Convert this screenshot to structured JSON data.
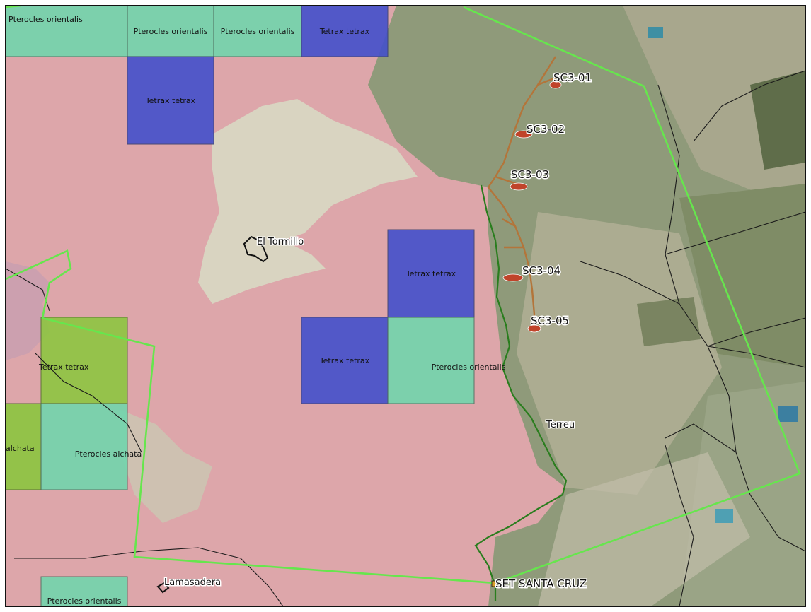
{
  "legend_colors": {
    "pterocles_orientalis": "#6fd6ad",
    "tetrax_tetrax": "#4450cc",
    "pterocles_alchata": "#6fd6ad",
    "alchata_green": "#8cc63f",
    "zepa_pink": "#f2a7b2",
    "study_area": "#66e64d",
    "evacuation_line": "#2a7d1e",
    "access_road": "#a8703c",
    "platform": "#c0442a"
  },
  "grid_cells": {
    "c1": "Pterocles orientalis",
    "c2": "Pterocles orientalis",
    "c3": "Pterocles orientalis",
    "c4": "Tetrax tetrax",
    "c5": "Tetrax tetrax",
    "c6": "Tetrax tetrax",
    "c7": "Tetrax tetrax",
    "c8": "Pterocles orientalis",
    "c9": "Tetrax tetrax",
    "c10": "alchata",
    "c11": "Pterocles alchata",
    "c12": "Pterocles orientalis"
  },
  "turbines": {
    "t1": "SC3-01",
    "t2": "SC3-02",
    "t3": "SC3-03",
    "t4": "SC3-04",
    "t5": "SC3-05"
  },
  "places": {
    "el_tormillo": "El Tormillo",
    "terreu": "Terreu",
    "lamasadera": "Lamasadera"
  },
  "substation": "SET SANTA CRUZ"
}
